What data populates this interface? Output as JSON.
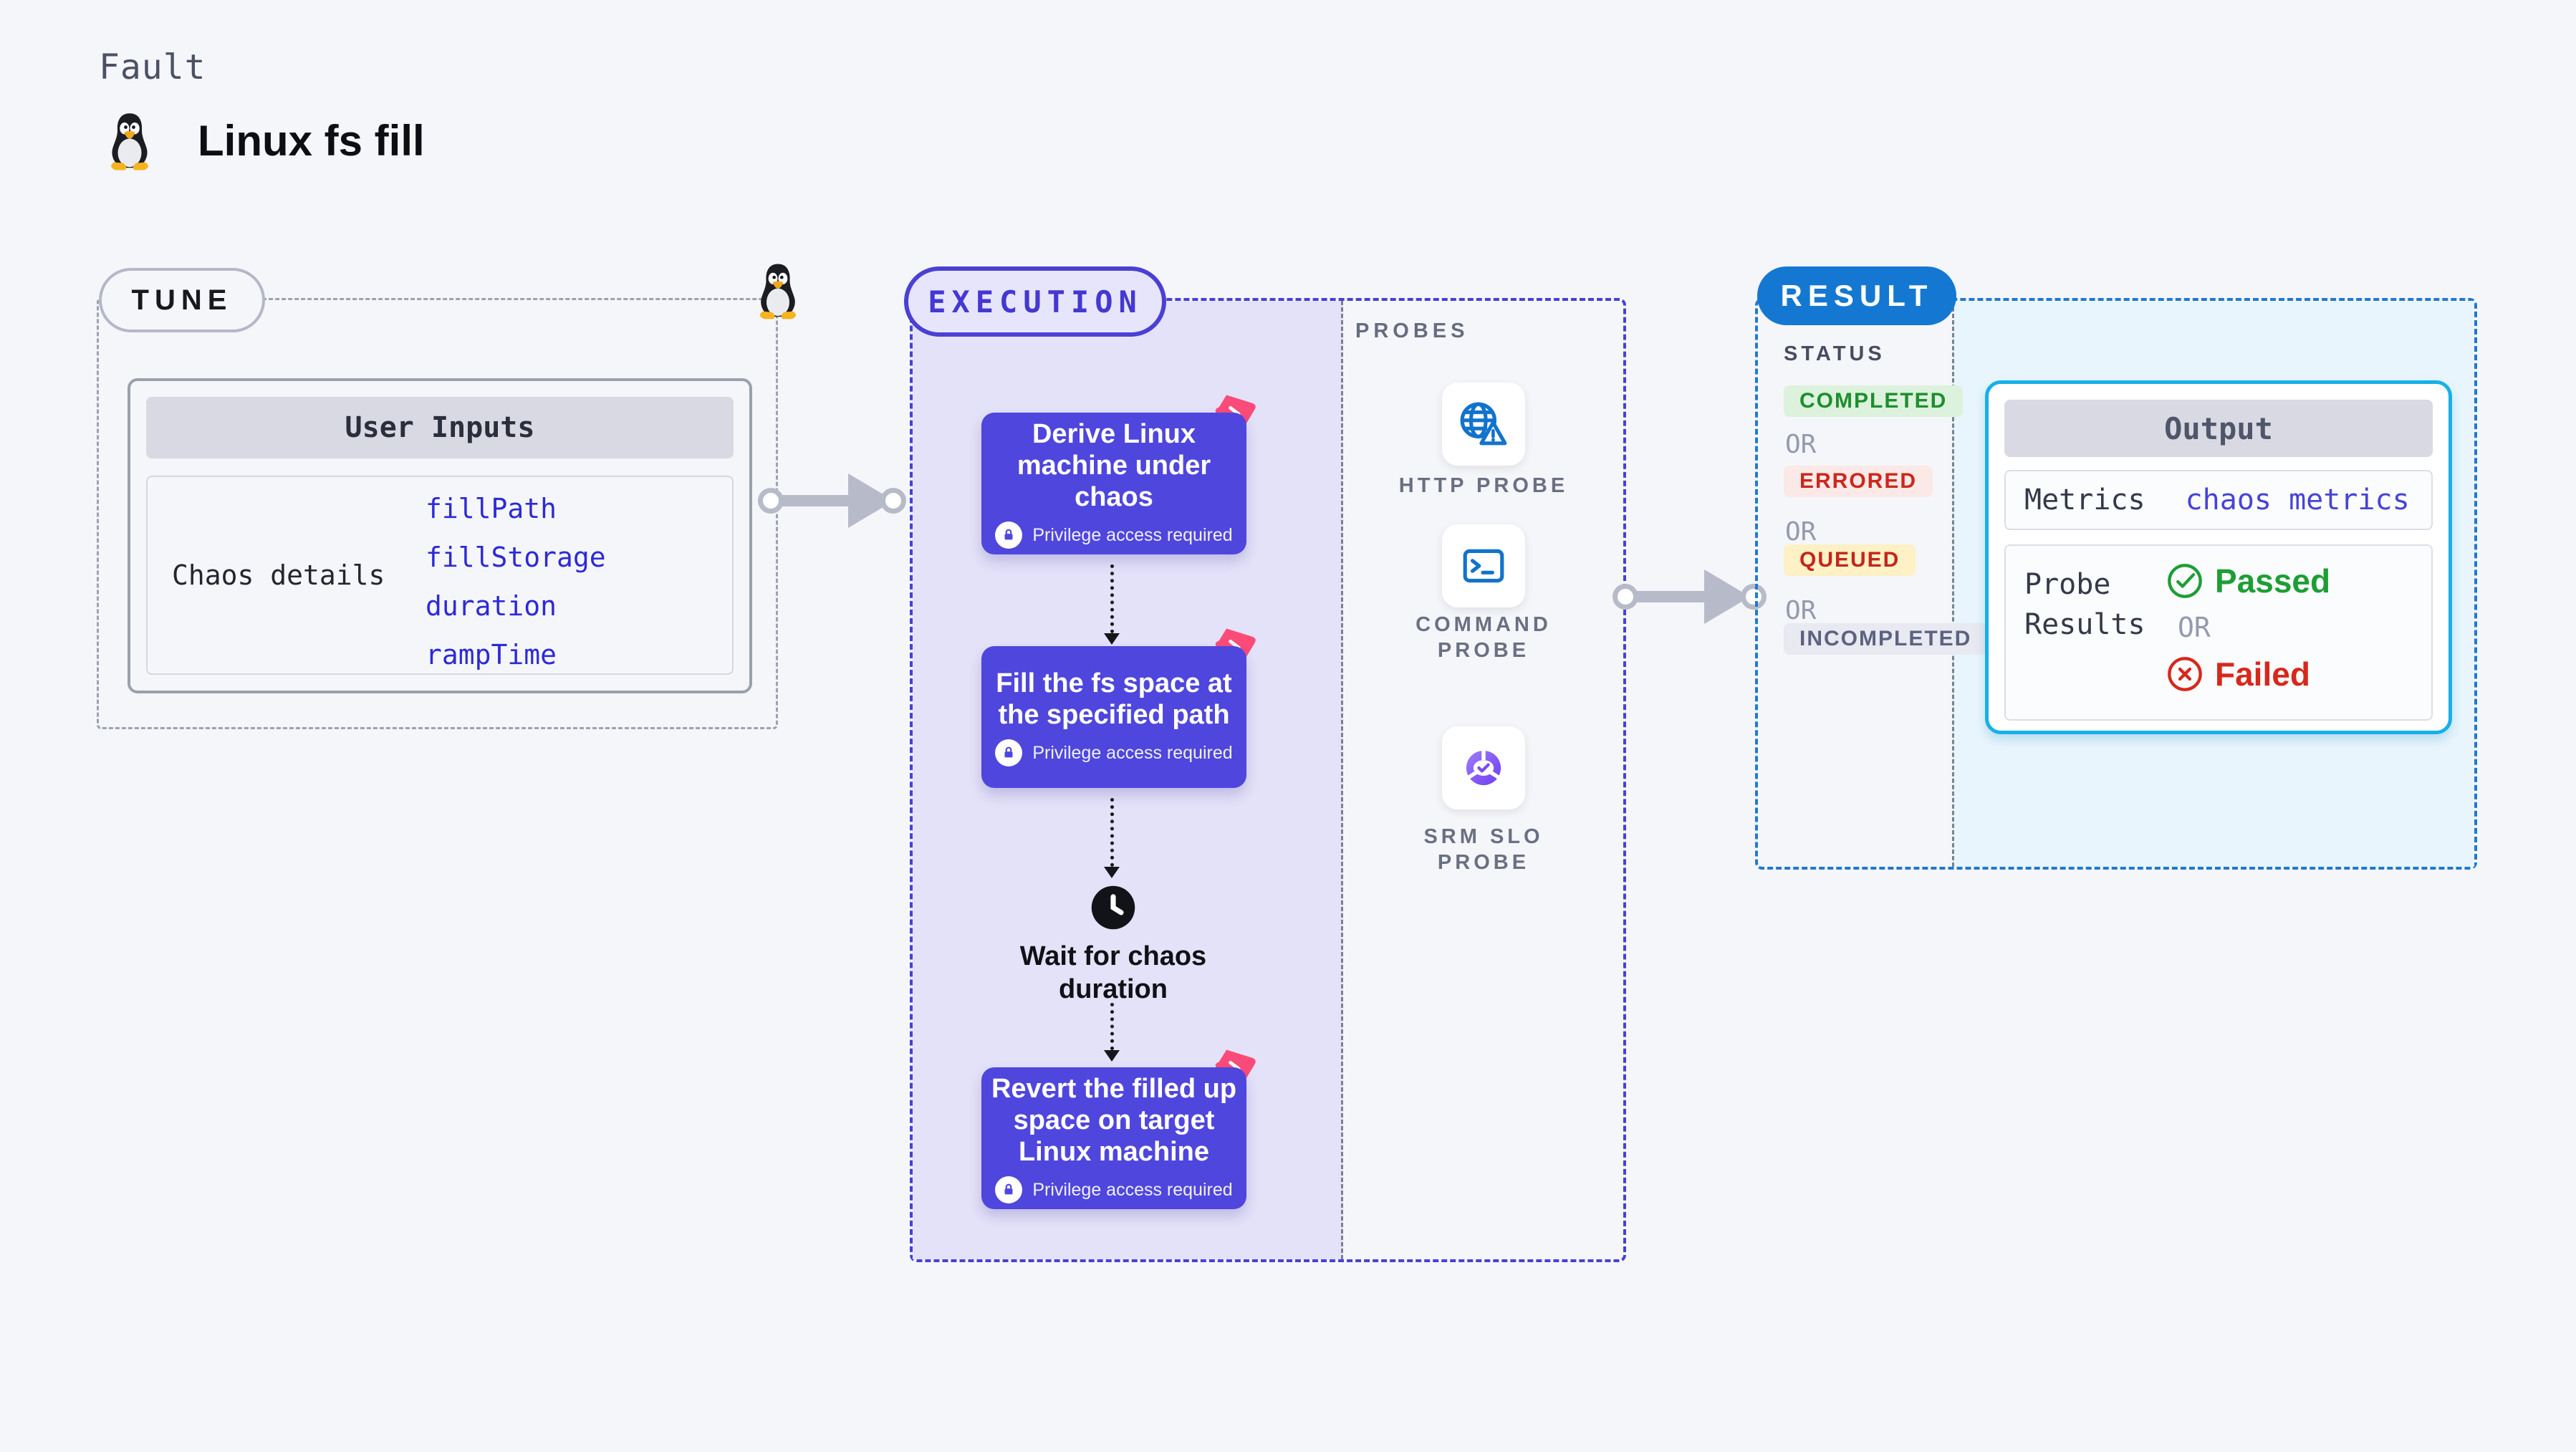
{
  "header": {
    "kicker": "Fault",
    "title": "Linux fs fill"
  },
  "tune": {
    "badge": "TUNE",
    "card": {
      "title": "User Inputs",
      "row_label": "Chaos details",
      "params": [
        "fillPath",
        "fillStorage",
        "duration",
        "rampTime"
      ]
    }
  },
  "execution": {
    "badge": "EXECUTION",
    "steps": [
      {
        "title": "Derive Linux machine under chaos",
        "badge": "Privilege access required"
      },
      {
        "title": "Fill the fs space at the specified path",
        "badge": "Privilege access required"
      },
      {
        "title": "Revert the filled up space on target Linux machine",
        "badge": "Privilege access required"
      }
    ],
    "wait": {
      "label": "Wait for chaos duration"
    }
  },
  "probes": {
    "label": "PROBES",
    "items": [
      {
        "label": "HTTP PROBE",
        "icon": "globe-alert-icon"
      },
      {
        "label": "COMMAND PROBE",
        "icon": "terminal-icon"
      },
      {
        "label": "SRM SLO PROBE",
        "icon": "slo-donut-icon"
      }
    ]
  },
  "result": {
    "badge": "RESULT",
    "status_heading": "STATUS",
    "or": "OR",
    "statuses": [
      {
        "label": "COMPLETED",
        "color": "#1e8e2e",
        "background": "#dcf2dd"
      },
      {
        "label": "ERRORED",
        "color": "#cb271d",
        "background": "#fbe9e7"
      },
      {
        "label": "QUEUED",
        "color": "#c3251c",
        "background": "#fdf1c5"
      },
      {
        "label": "INCOMPLETED",
        "color": "#5c6380",
        "background": "#e8e9f1"
      }
    ],
    "output": {
      "title": "Output",
      "metrics_label": "Metrics",
      "metrics_value": "chaos metrics",
      "probe_label": "Probe Results",
      "passed": "Passed",
      "failed": "Failed"
    }
  },
  "colors": {
    "page_background": "#f5f6f9",
    "execution_panel": "#e4e2f8",
    "step_card": "#4f46dd",
    "chaos_icon_pink": "#fb4b79",
    "indigo_dash": "#4741d6",
    "blue_dash": "#2079d2",
    "result_pill_blue": "#1478d2",
    "output_border_cyan": "#17b0e8",
    "probe_icon_blue": "#1273cc",
    "param_blue": "#2d2ad6",
    "passed_green": "#1d9e35",
    "failed_red": "#d7281c"
  }
}
